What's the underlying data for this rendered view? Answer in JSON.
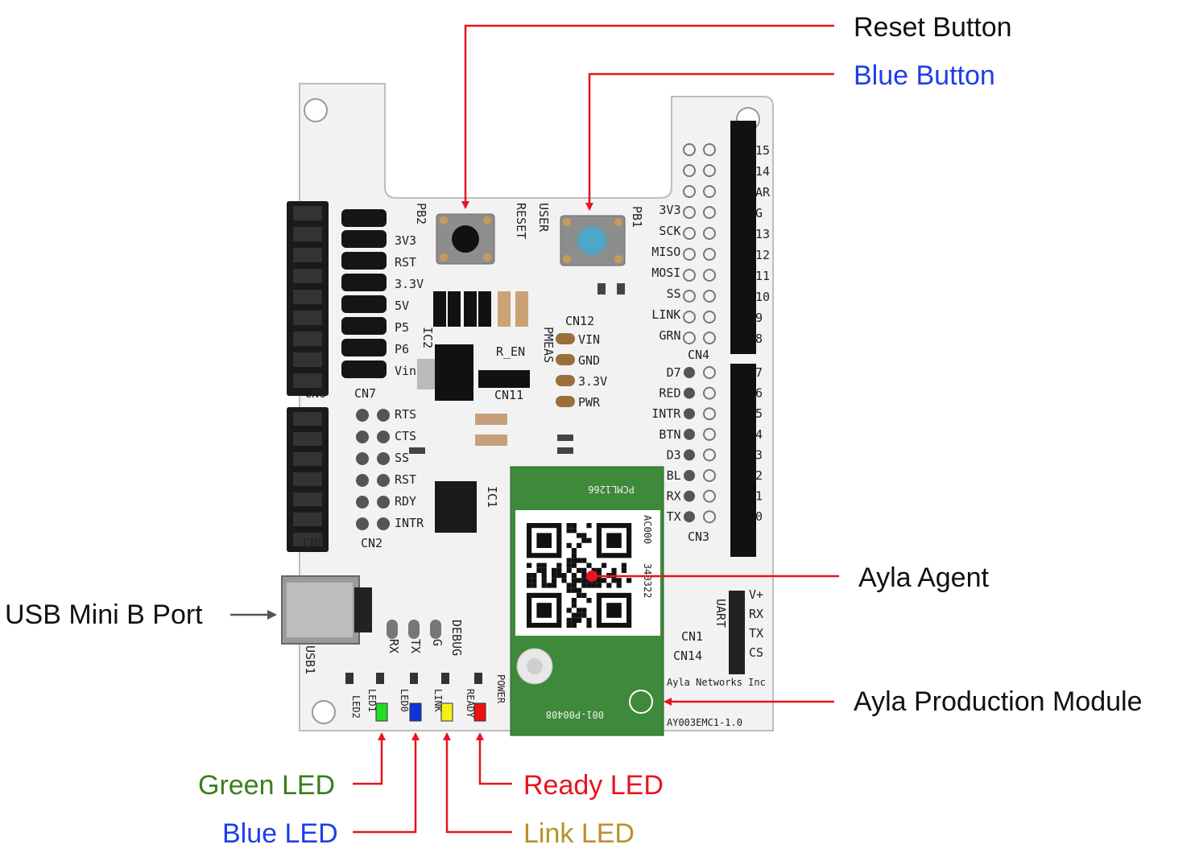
{
  "callouts": {
    "reset_button": {
      "label": "Reset Button",
      "color": "#111111"
    },
    "blue_button": {
      "label": "Blue Button",
      "color": "#1f3de8"
    },
    "usb_port": {
      "label": "USB Mini B Port",
      "color": "#111111"
    },
    "ayla_agent": {
      "label": "Ayla Agent",
      "color": "#111111"
    },
    "production_module": {
      "label": "Ayla Production Module",
      "color": "#111111"
    },
    "green_led": {
      "label": "Green LED",
      "color": "#3a7d1f"
    },
    "blue_led": {
      "label": "Blue LED",
      "color": "#1f3de8"
    },
    "ready_led": {
      "label": "Ready LED",
      "color": "#e8141e"
    },
    "link_led": {
      "label": "Link LED",
      "color": "#b8912a"
    }
  },
  "arrow_colors": {
    "red": "#e8141e",
    "gray": "#555555"
  },
  "board_silkscreen": {
    "left_header": [
      "3V3",
      "RST",
      "3.3V",
      "5V",
      "P5",
      "P6",
      "Vin"
    ],
    "left_header2": [
      "RTS",
      "CTS",
      "SS",
      "RST",
      "RDY",
      "INTR"
    ],
    "right_header_a": [
      "3V3",
      "SCK",
      "MISO",
      "MOSI",
      "SS",
      "LINK",
      "GRN"
    ],
    "right_header_b": [
      "D7",
      "RED",
      "INTR",
      "BTN",
      "D3",
      "BL",
      "RX",
      "TX"
    ],
    "meas": [
      "VIN",
      "GND",
      "3.3V",
      "PWR"
    ],
    "edge_numbers": [
      "15",
      "14",
      "AR",
      "G",
      "13",
      "12",
      "11",
      "10",
      "9",
      "8"
    ],
    "edge_numbers2": [
      "7",
      "6",
      "5",
      "4",
      "3",
      "2",
      "1",
      "0"
    ],
    "uart": [
      "V+",
      "RX",
      "TX",
      "CS"
    ],
    "misc": {
      "pb2": "PB2",
      "pb1": "PB1",
      "reset": "RESET",
      "user": "USER",
      "cn6": "CN6",
      "cn7": "CN7",
      "cn2": "CN2",
      "cn8": "CN8",
      "cn3": "CN3",
      "cn4": "CN4",
      "cn11": "CN11",
      "cn12": "CN12",
      "cn1": "CN1",
      "cn14": "CN14",
      "usb1": "USB1",
      "ic1": "IC1",
      "ic2": "IC2",
      "r_en": "R_EN",
      "pmeas": "PMEAS",
      "module_code": "PCML1266",
      "module_id": "AC000",
      "module_date": "340322",
      "module_cert": "001-P00408",
      "board_id": "AY003EMC1-1.0",
      "maker": "Ayla Networks Inc",
      "rx": "RX",
      "tx": "TX",
      "g": "G",
      "debug": "DEBUG",
      "led1": "LED1",
      "led0": "LED0",
      "link": "LINK",
      "ready": "READY",
      "led2": "LED2",
      "power": "POWER",
      "uart_lbl": "UART"
    }
  },
  "led_colors": {
    "green": "#22dd22",
    "blue": "#1133dd",
    "yellow": "#f4f01a",
    "red": "#ee1111"
  }
}
